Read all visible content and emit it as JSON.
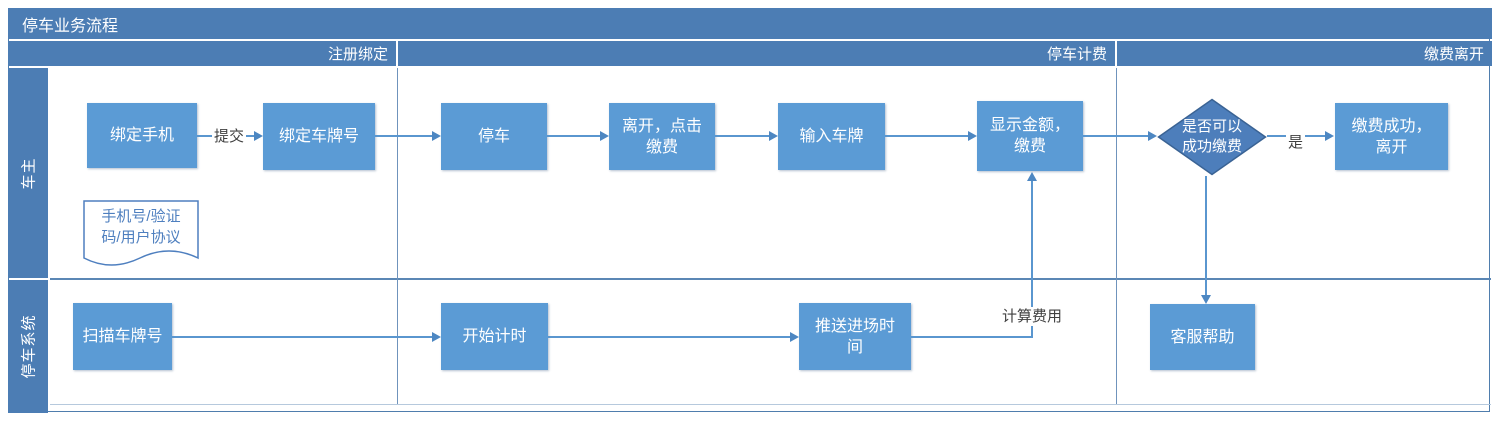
{
  "title": "停车业务流程",
  "phases": [
    {
      "label": "注册绑定"
    },
    {
      "label": "停车计费"
    },
    {
      "label": "缴费离开"
    }
  ],
  "lanes": [
    {
      "label": "车主"
    },
    {
      "label": "停车系统"
    }
  ],
  "nodes": {
    "bind_phone": "绑定手机",
    "bind_plate": "绑定车牌号",
    "park": "停车",
    "leave_click_pay": "离开，点击\n缴费",
    "enter_plate": "输入车牌",
    "show_amount": "显示金额，\n缴费",
    "decision": "是否可以\n成功缴费",
    "pay_success": "缴费成功，\n离开",
    "scan_plate": "扫描车牌号",
    "start_timing": "开始计时",
    "push_entry_time": "推送进场时\n间",
    "cs_help": "客服帮助",
    "document_note": "手机号/验证\n码/用户协议"
  },
  "edge_labels": {
    "submit": "提交",
    "yes": "是",
    "calc_fee": "计算费用"
  },
  "colors": {
    "header_blue": "#4c7db4",
    "node_blue": "#5b9bd5",
    "decision_blue": "#4d7ebb",
    "connector_blue": "#5a96cf",
    "edge_label_text": "#404040",
    "document_blue": "#4e7fbf",
    "frame_border": "#4f7dad"
  }
}
